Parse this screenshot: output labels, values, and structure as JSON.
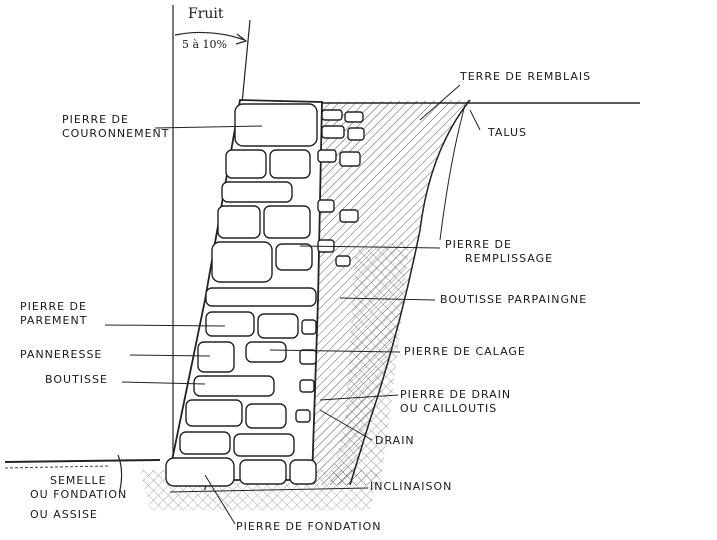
{
  "fruit": {
    "title": "Fruit",
    "range": "5 à 10%"
  },
  "labels": {
    "terre_remblais": "Terre de remblais",
    "talus": "Talus",
    "couronnement_1": "Pierre de",
    "couronnement_2": "couronnement",
    "remplissage_1": "Pierre de",
    "remplissage_2": "remplissage",
    "boutisse_parpaingne": "Boutisse parpaingne",
    "parement_1": "Pierre de",
    "parement_2": "parement",
    "panneresse": "Panneresse",
    "boutisse": "Boutisse",
    "calage": "Pierre de calage",
    "drain_pierre_1": "Pierre de drain",
    "drain_pierre_2": "ou cailloutis",
    "drain": "Drain",
    "semelle_1": "Semelle",
    "semelle_2": "ou fondation",
    "semelle_3": "ou assise",
    "inclinaison": "Inclinaison",
    "fondation": "Pierre de fondation"
  }
}
